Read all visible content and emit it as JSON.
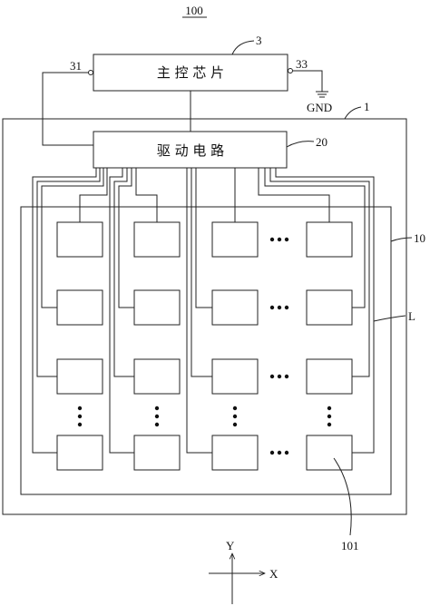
{
  "figure_label": "100",
  "main_chip": {
    "ref": "3",
    "label": "主 控 芯 片",
    "left_pin": "31",
    "right_pin": "33",
    "ground": "GND"
  },
  "board": {
    "ref": "1"
  },
  "driver": {
    "ref": "20",
    "label": "驱 动 电 路"
  },
  "panel": {
    "ref": "10",
    "region_ref": "L",
    "cell_ref": "101"
  },
  "axes": {
    "y": "Y",
    "x": "X"
  }
}
